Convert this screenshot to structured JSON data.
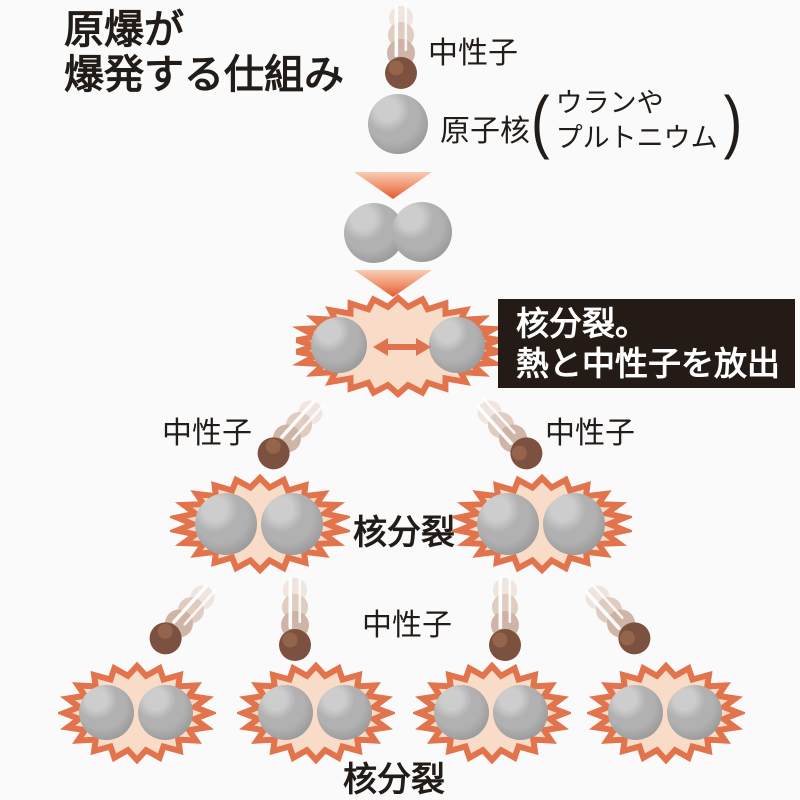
{
  "title": {
    "line1": "原爆が",
    "line2": "爆発する仕組み"
  },
  "intro": {
    "neutron_label": "中性子",
    "nucleus_label": "原子核",
    "paren_open": "(",
    "note_line1": "ウランや",
    "note_line2": "プルトニウム",
    "paren_close": ")"
  },
  "callout": {
    "line1": "核分裂。",
    "line2": "熱と中性子を放出"
  },
  "stage2": {
    "neutron_left_label": "中性子",
    "neutron_right_label": "中性子",
    "fission_label": "核分裂"
  },
  "stage3": {
    "neutron_label": "中性子",
    "fission_label": "核分裂"
  },
  "colors": {
    "background": "#fbfafa",
    "text": "#221c18",
    "burst_outline": "#e2744d",
    "burst_fill": "#f9dcc7",
    "sphere_gray": "#a6a6a6",
    "neutron_brown": "#7d5140",
    "arrow_salmon": "#e35a32",
    "callout_bg": "#241b16",
    "callout_text": "#ffffff"
  }
}
